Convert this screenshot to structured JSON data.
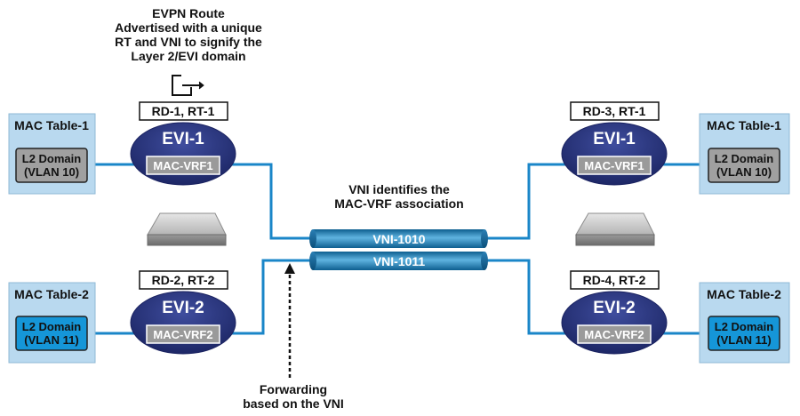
{
  "top_annotation": {
    "line1": "EVPN Route",
    "line2": "Advertised with a unique",
    "line3": "RT and VNI to signify the",
    "line4": "Layer 2/EVI domain"
  },
  "middle_annotation": {
    "line1": "VNI identifies the",
    "line2": "MAC-VRF association"
  },
  "bottom_annotation": {
    "line1": "Forwarding",
    "line2": "based on the VNI"
  },
  "left": {
    "mac_table_1": {
      "title": "MAC Table-1",
      "domain_line1": "L2 Domain",
      "domain_line2": "(VLAN 10)"
    },
    "mac_table_2": {
      "title": "MAC Table-2",
      "domain_line1": "L2 Domain",
      "domain_line2": "(VLAN 11)"
    },
    "evi_1": {
      "route_label": "RD-1, RT-1",
      "name": "EVI-1",
      "vrf": "MAC-VRF1"
    },
    "evi_2": {
      "route_label": "RD-2, RT-2",
      "name": "EVI-2",
      "vrf": "MAC-VRF2"
    }
  },
  "right": {
    "mac_table_1": {
      "title": "MAC Table-1",
      "domain_line1": "L2 Domain",
      "domain_line2": "(VLAN 10)"
    },
    "mac_table_2": {
      "title": "MAC Table-2",
      "domain_line1": "L2 Domain",
      "domain_line2": "(VLAN 11)"
    },
    "evi_1": {
      "route_label": "RD-3, RT-1",
      "name": "EVI-1",
      "vrf": "MAC-VRF1"
    },
    "evi_2": {
      "route_label": "RD-4, RT-2",
      "name": "EVI-2",
      "vrf": "MAC-VRF2"
    }
  },
  "tunnels": {
    "vni_a": "VNI-1010",
    "vni_b": "VNI-1011"
  },
  "colors": {
    "link_blue": "#1a86c8",
    "table_fill": "#b9d9ef",
    "domain_gray": "#a0a0a0",
    "domain_blue": "#1596d8",
    "evi_navy": "#29357e",
    "tunnel_blue": "#1a7fb8"
  },
  "icons": {
    "advertise": "export-arrow-icon",
    "switch": "switch-icon"
  }
}
